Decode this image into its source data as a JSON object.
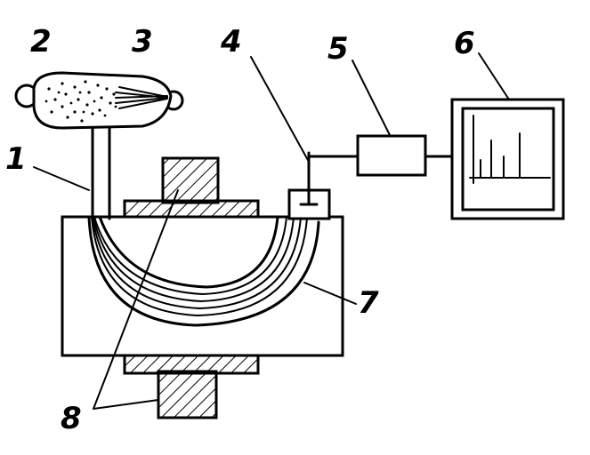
{
  "labels": {
    "l1": "1",
    "l2": "2",
    "l3": "3",
    "l4": "4",
    "l5": "5",
    "l6": "6",
    "l7": "7",
    "l8": "8"
  },
  "colors": {
    "ink": "#000000",
    "paper": "#ffffff"
  }
}
